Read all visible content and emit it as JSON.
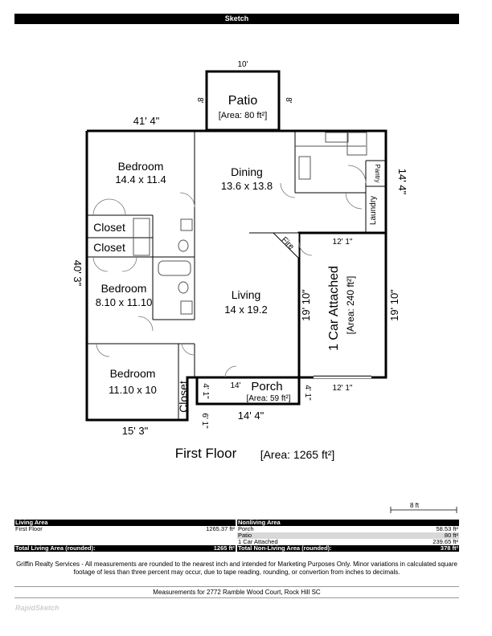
{
  "header": {
    "title": "Sketch"
  },
  "plan": {
    "patio": {
      "name": "Patio",
      "area": "[Area: 80 ft²]",
      "dim_top": "10'",
      "dim_left": "8'",
      "dim_right": "8'"
    },
    "dims": {
      "top": "41' 4\"",
      "left": "40' 3\"",
      "bottom_left": "15' 3\"",
      "porch_bottom": "14' 4\"",
      "porch_top": "14'",
      "porch_left": "4' 1\"",
      "porch_right": "4' 1\"",
      "closet_side": "6' 1\"",
      "right_upper": "14' 4\"",
      "garage_top": "12' 1\"",
      "garage_bottom": "12' 1\"",
      "garage_left": "19' 10\"",
      "garage_right": "19' 10\""
    },
    "rooms": {
      "bedroom1": {
        "name": "Bedroom",
        "size": "14.4 x 11.4"
      },
      "dining": {
        "name": "Dining",
        "size": "13.6 x 13.8"
      },
      "bedroom2": {
        "name": "Bedroom",
        "size": "8.10 x 11.10"
      },
      "living": {
        "name": "Living",
        "size": "14 x 19.2"
      },
      "bedroom3": {
        "name": "Bedroom",
        "size": "11.10 x 10"
      },
      "closet1": "Closet",
      "closet2": "Closet",
      "closet3": "Closet",
      "pantry": "Pantry",
      "laundry": "Laundry",
      "fire": "Fire"
    },
    "garage": {
      "name": "1 Car Attached",
      "area": "[Area: 240 ft²]"
    },
    "porch": {
      "name": "Porch",
      "area": "[Area: 59 ft²]"
    },
    "floor": {
      "name": "First Floor",
      "area": "[Area: 1265 ft²]"
    },
    "scale": "8 ft"
  },
  "tables": {
    "living": {
      "header": "Living Area",
      "rows": [
        {
          "label": "First Floor",
          "value": "1265.37 ft²"
        }
      ],
      "total_label": "Total Living Area (rounded):",
      "total_value": "1265 ft²"
    },
    "nonliving": {
      "header": "Nonliving Area",
      "rows": [
        {
          "label": "Porch",
          "value": "58.53 ft²"
        },
        {
          "label": "Patio",
          "value": "80 ft²"
        },
        {
          "label": "1 Car Attached",
          "value": "239.65 ft²"
        }
      ],
      "total_label": "Total Non-Living Area (rounded):",
      "total_value": "378 ft²"
    }
  },
  "disclaimer": "Griffin Realty Services - All measurements are rounded to the nearest inch and intended for Marketing Purposes Only.  Minor variations in calculated square footage of less than three percent may occur, due to tape reading, rounding, or convertion from inches to decimals.",
  "address": "Measurements for 2772 Ramble Wood Court, Rock Hill SC",
  "brand": "RapidSketch"
}
